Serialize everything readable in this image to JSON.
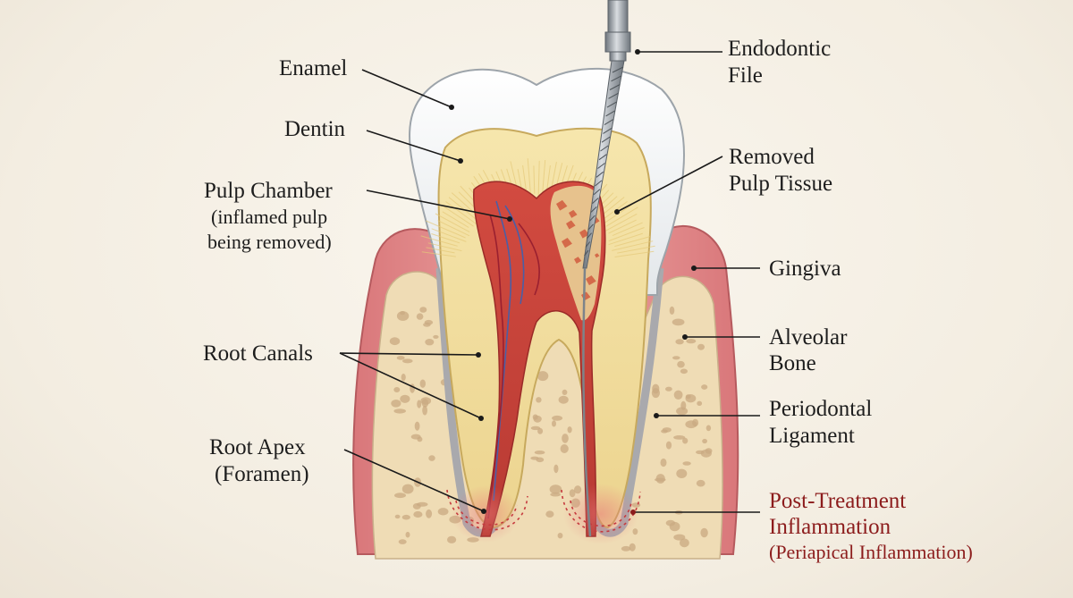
{
  "labels": {
    "enamel": "Enamel",
    "dentin": "Dentin",
    "pulp_chamber": [
      "Pulp Chamber",
      "(inflamed pulp",
      "being removed)"
    ],
    "root_canals": "Root Canals",
    "root_apex": [
      "Root Apex",
      "(Foramen)"
    ],
    "endodontic_file": [
      "Endodontic",
      "File"
    ],
    "removed_pulp_tissue": [
      "Removed",
      "Pulp Tissue"
    ],
    "gingiva": "Gingiva",
    "alveolar_bone": [
      "Alveolar",
      "Bone"
    ],
    "periodontal_ligament": [
      "Periodontal",
      "Ligament"
    ],
    "post_treatment_inflammation": [
      "Post-Treatment",
      "Inflammation",
      "(Periapical Inflammation)"
    ]
  },
  "colors": {
    "enamel": "#f4f6f7",
    "dentin": "#f3e2a6",
    "pulp": "#c9463d",
    "gingiva": "#e39a98",
    "bone": "#efdcb5",
    "bone_pores": "#c9a982",
    "file_steel": "#9aa1a8",
    "inflammation_text": "#8c1c1c"
  }
}
